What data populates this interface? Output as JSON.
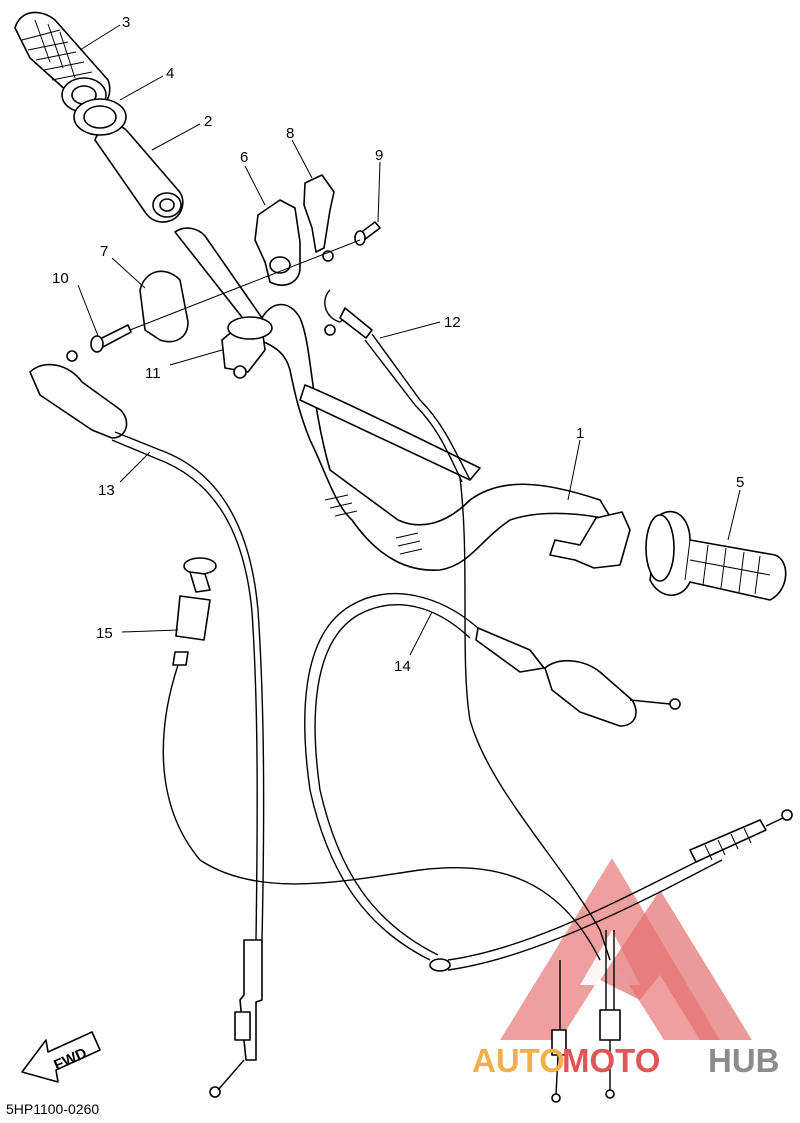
{
  "diagram": {
    "callouts": [
      {
        "id": "1",
        "label": "1"
      },
      {
        "id": "2",
        "label": "2"
      },
      {
        "id": "3",
        "label": "3"
      },
      {
        "id": "4",
        "label": "4"
      },
      {
        "id": "5",
        "label": "5"
      },
      {
        "id": "6",
        "label": "6"
      },
      {
        "id": "7",
        "label": "7"
      },
      {
        "id": "8",
        "label": "8"
      },
      {
        "id": "9",
        "label": "9"
      },
      {
        "id": "10",
        "label": "10"
      },
      {
        "id": "11",
        "label": "11"
      },
      {
        "id": "12",
        "label": "12"
      },
      {
        "id": "13",
        "label": "13"
      },
      {
        "id": "14",
        "label": "14"
      },
      {
        "id": "15",
        "label": "15"
      }
    ],
    "fwd_label": "FWD",
    "code": "5HP1100-0260"
  },
  "watermark": {
    "part1": "AUTO",
    "part2": "MOTO",
    "part3": "HUB",
    "colors": {
      "red": "#e05555",
      "orange": "#f2b04a",
      "gray": "#8c8c8c"
    }
  }
}
